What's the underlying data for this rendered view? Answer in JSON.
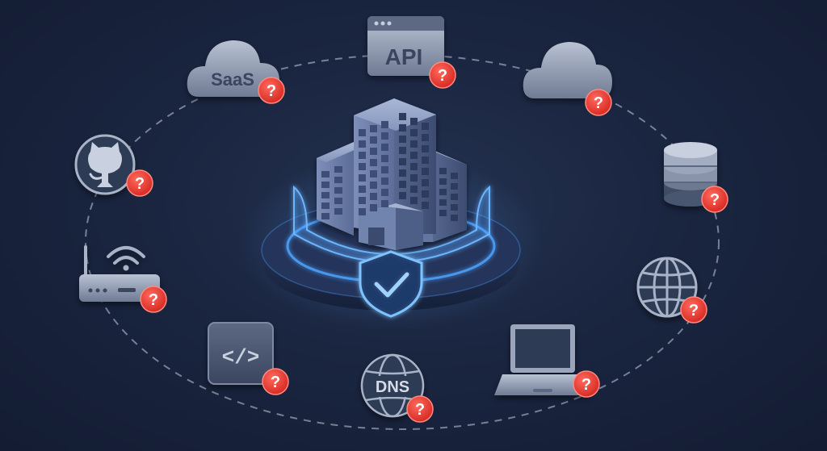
{
  "colors": {
    "background": "#1a2540",
    "dashed_ring": "#8e99ad",
    "icon_fill": "#8994ab",
    "icon_light": "#b9c2d3",
    "icon_dark": "#4f5b73",
    "shield_glow": "#4ea3ff",
    "warning_badge": "#e33b32"
  },
  "center": {
    "icon": "office-building-icon",
    "badge_icon": "shield-check-icon"
  },
  "nodes": [
    {
      "id": "saas",
      "icon": "cloud-icon",
      "label": "SaaS",
      "badge": "?"
    },
    {
      "id": "api",
      "icon": "browser-window-icon",
      "label": "API",
      "badge": "?"
    },
    {
      "id": "cloud",
      "icon": "cloud-icon",
      "label": "",
      "badge": "?"
    },
    {
      "id": "database",
      "icon": "database-icon",
      "label": "",
      "badge": "?"
    },
    {
      "id": "web",
      "icon": "globe-icon",
      "label": "",
      "badge": "?"
    },
    {
      "id": "laptop",
      "icon": "laptop-icon",
      "label": "",
      "badge": "?"
    },
    {
      "id": "dns",
      "icon": "globe-icon",
      "label": "DNS",
      "badge": "?"
    },
    {
      "id": "code",
      "icon": "code-window-icon",
      "label": "</>",
      "badge": "?"
    },
    {
      "id": "router",
      "icon": "wifi-router-icon",
      "label": "",
      "badge": "?"
    },
    {
      "id": "github",
      "icon": "github-octocat-icon",
      "label": "",
      "badge": "?"
    }
  ]
}
